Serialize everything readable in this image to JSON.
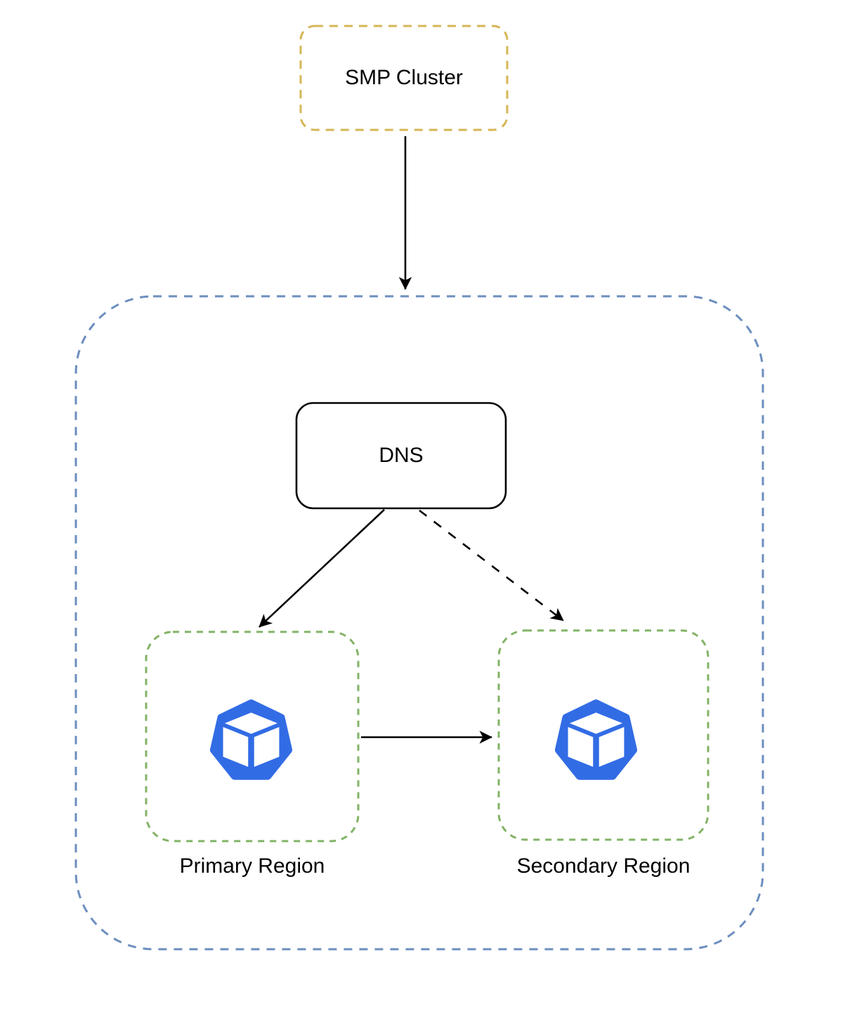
{
  "diagram": {
    "nodes": {
      "smp_cluster": {
        "label": "SMP Cluster"
      },
      "dns": {
        "label": "DNS"
      },
      "primary_region": {
        "label": "Primary Region"
      },
      "secondary_region": {
        "label": "Secondary Region"
      }
    },
    "icons": {
      "primary_region_icon": "cluster-heptagon-cube-icon",
      "secondary_region_icon": "cluster-heptagon-cube-icon"
    },
    "edges": [
      {
        "from": "smp_cluster",
        "to": "dns_container",
        "style": "solid",
        "direction": "down"
      },
      {
        "from": "dns",
        "to": "primary_region",
        "style": "solid",
        "direction": "down-left"
      },
      {
        "from": "dns",
        "to": "secondary_region",
        "style": "dashed",
        "direction": "down-right"
      },
      {
        "from": "primary_region",
        "to": "secondary_region",
        "style": "solid",
        "direction": "right"
      }
    ],
    "colors": {
      "smp_border": "#D6B656",
      "container_border": "#6C8EBF",
      "region_border": "#82B366",
      "dns_border": "#000000",
      "icon_blue": "#326CE5",
      "icon_cube": "#FFFFFF",
      "arrow": "#000000",
      "background": "#FFFFFF",
      "text": "#000000"
    }
  }
}
